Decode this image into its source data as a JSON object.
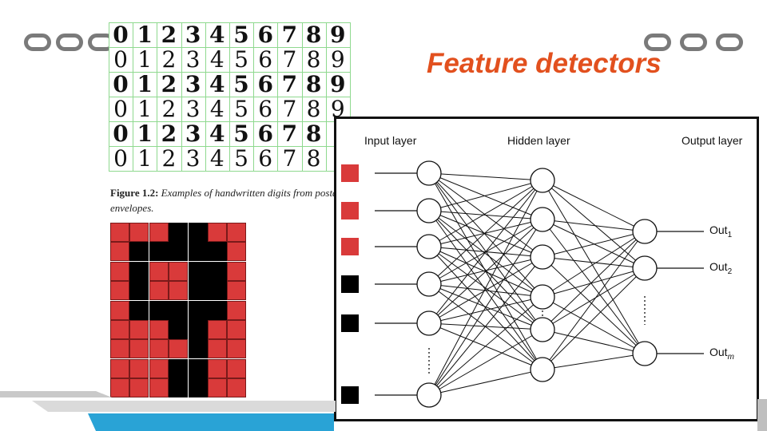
{
  "slide": {
    "title": "Feature detectors",
    "caption_label": "Figure 1.2:",
    "caption_text": "Examples of handwritten digits from postal envelopes."
  },
  "digits_figure": {
    "rows": [
      [
        "0",
        "1",
        "2",
        "3",
        "4",
        "5",
        "6",
        "7",
        "8",
        "9"
      ],
      [
        "0",
        "1",
        "2",
        "3",
        "4",
        "5",
        "6",
        "7",
        "8",
        "9"
      ],
      [
        "0",
        "1",
        "2",
        "3",
        "4",
        "5",
        "6",
        "7",
        "8",
        "9"
      ],
      [
        "0",
        "1",
        "2",
        "3",
        "4",
        "5",
        "6",
        "7",
        "8",
        "9"
      ],
      [
        "0",
        "1",
        "2",
        "3",
        "4",
        "5",
        "6",
        "7",
        "8"
      ],
      [
        "0",
        "1",
        "2",
        "3",
        "4",
        "5",
        "6",
        "7",
        "8"
      ]
    ]
  },
  "pixel_digit": {
    "colors": {
      "on": "#000000",
      "off": "#d93a3a"
    },
    "cols": 7,
    "rows": 9,
    "cells": [
      [
        0,
        0,
        0,
        1,
        1,
        0,
        0
      ],
      [
        0,
        1,
        1,
        1,
        1,
        1,
        0
      ],
      [
        0,
        1,
        0,
        0,
        1,
        1,
        0
      ],
      [
        0,
        1,
        0,
        0,
        1,
        1,
        0
      ],
      [
        0,
        1,
        1,
        1,
        1,
        1,
        0
      ],
      [
        0,
        0,
        0,
        1,
        1,
        0,
        0
      ],
      [
        0,
        0,
        0,
        0,
        1,
        0,
        0
      ],
      [
        0,
        0,
        0,
        1,
        1,
        0,
        0
      ],
      [
        0,
        0,
        0,
        1,
        1,
        0,
        0
      ]
    ]
  },
  "network": {
    "labels": {
      "input": "Input layer",
      "hidden": "Hidden layer",
      "output": "Output layer"
    },
    "outputs": [
      {
        "base": "Out",
        "sub": "1"
      },
      {
        "base": "Out",
        "sub": "2"
      },
      {
        "base": "Out",
        "sub": "m"
      }
    ],
    "input_squares": [
      "#d93a3a",
      "#d93a3a",
      "#d93a3a",
      "#000000",
      "#000000",
      "#000000"
    ],
    "input_nodes": 6,
    "hidden_nodes": 6,
    "output_nodes": 3
  },
  "colors": {
    "accent": "#e2501e",
    "deco_circle": "#7a7a7a",
    "bottom_band": "#29a3d6"
  }
}
